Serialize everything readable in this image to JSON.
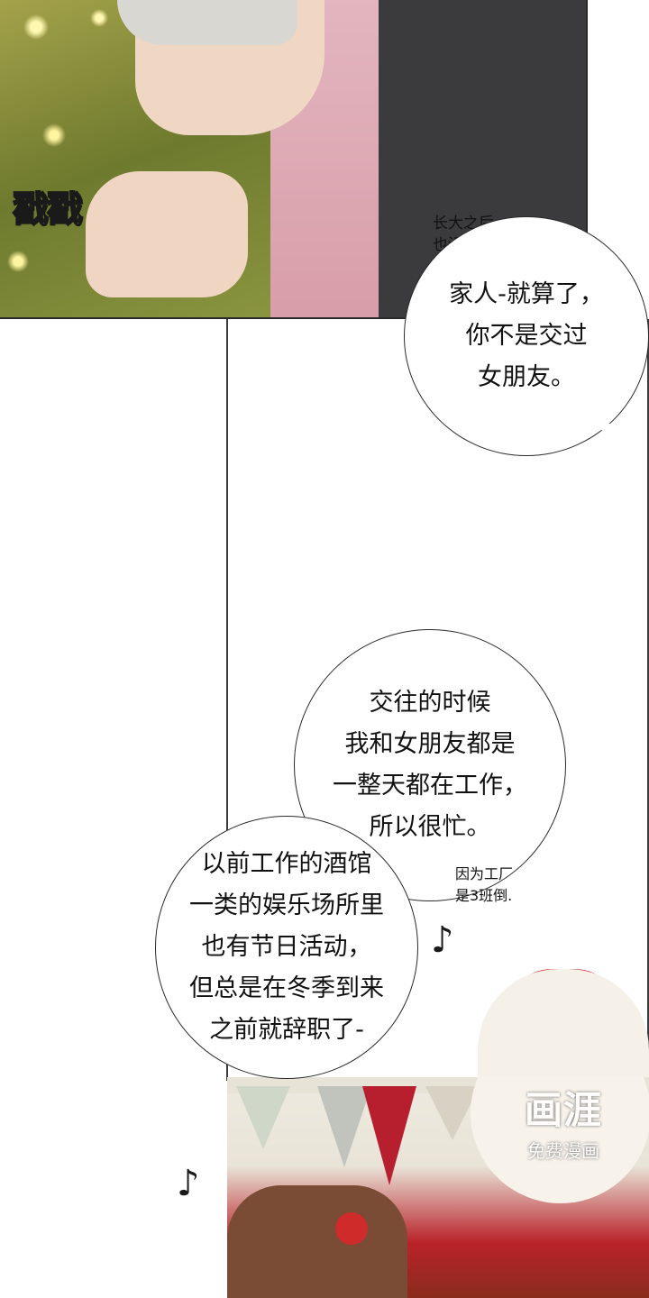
{
  "top_panel": {
    "sfx": "戳戳"
  },
  "bubble_1": {
    "note": [
      "长大之后",
      "也没过？"
    ],
    "lines": [
      "家人-就算了，",
      "你不是交过",
      "女朋友。"
    ]
  },
  "bubble_2": {
    "lines": [
      "交往的时候",
      "我和女朋友都是",
      "一整天都在工作，",
      "所以很忙。"
    ]
  },
  "bubble_3": {
    "lines": [
      "以前工作的酒馆",
      "一类的娱乐场所里",
      "也有节日活动，",
      "但总是在冬季到来",
      "之前就辞职了-"
    ],
    "note": [
      "因为工厂",
      "是3班倒."
    ]
  },
  "watermark": {
    "logo": "画涯",
    "sub": "免费漫画"
  }
}
